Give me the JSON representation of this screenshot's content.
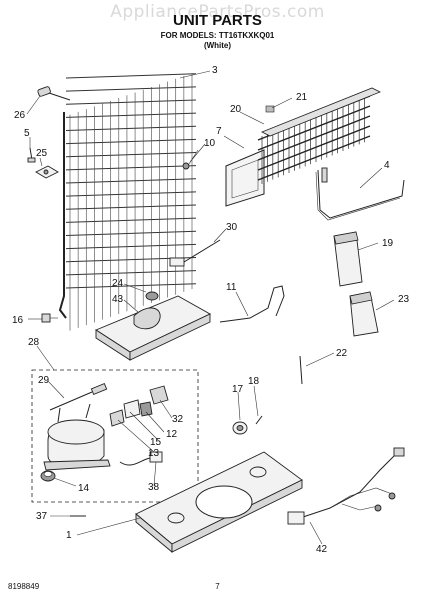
{
  "header": {
    "watermark": "AppliancePartsPros.com",
    "title": "UNIT PARTS",
    "models_line": "FOR MODELS: TT16TKXKQ01",
    "color_line": "(White)"
  },
  "footer": {
    "doc_number": "8198849",
    "page_number": "7"
  },
  "callouts": [
    "3",
    "26",
    "5",
    "25",
    "10",
    "20",
    "21",
    "7",
    "4",
    "30",
    "19",
    "24",
    "43",
    "11",
    "23",
    "16",
    "22",
    "28",
    "29",
    "17",
    "18",
    "32",
    "12",
    "15",
    "13",
    "38",
    "14",
    "37",
    "1",
    "42"
  ],
  "colors": {
    "ink": "#222222",
    "watermark": "#d9d9d9"
  }
}
